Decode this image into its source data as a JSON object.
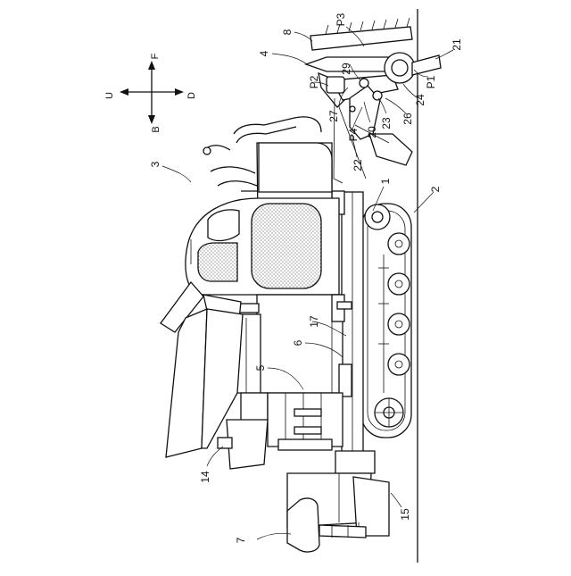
{
  "figure": {
    "background": "#ffffff",
    "ink": "#111111",
    "dot_fill": "#9a9a9a"
  },
  "direction_indicator": {
    "up": "U",
    "front": "F",
    "down": "D",
    "back": "B"
  },
  "reference_labels": {
    "r1": "1",
    "r2": "2",
    "r3": "3",
    "r4": "4",
    "r5": "5",
    "r6": "6",
    "r7": "7",
    "r8": "8",
    "r14": "14",
    "r15": "15",
    "r17": "17",
    "r20": "20",
    "r21": "21",
    "r22": "22",
    "r23": "23",
    "r24": "24",
    "r26": "26",
    "r27": "27",
    "r29": "29",
    "p1": "P1",
    "p2": "P2",
    "p3": "P3",
    "p4": "P4"
  }
}
